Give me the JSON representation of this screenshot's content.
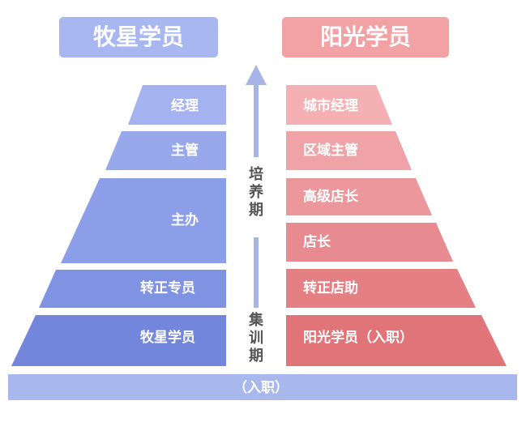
{
  "left": {
    "title": "牧星学员",
    "levels": [
      "经理",
      "主管",
      "主办",
      "转正专员",
      "牧星学员"
    ],
    "title_color": "#a9b7f0",
    "tier_colors": [
      "#a4b3ef",
      "#97a8eb",
      "#8b9ee7",
      "#7f93e2",
      "#7286db"
    ]
  },
  "right": {
    "title": "阳光学员",
    "levels": [
      "城市经理",
      "区域主管",
      "高级店长",
      "店长",
      "转正店助",
      "阳光学员（入职）"
    ],
    "title_color": "#f2a1a5",
    "tier_colors": [
      "#f4b0b3",
      "#f0a3a7",
      "#ec979b",
      "#e88b90",
      "#e48084",
      "#e07479"
    ]
  },
  "middle": {
    "upper_label": [
      "培",
      "养",
      "期"
    ],
    "lower_label": [
      "集",
      "训",
      "期"
    ],
    "arrow_color": "#a7b4e6"
  },
  "base": {
    "label": "（入职）",
    "color": "#a9b8ec"
  }
}
